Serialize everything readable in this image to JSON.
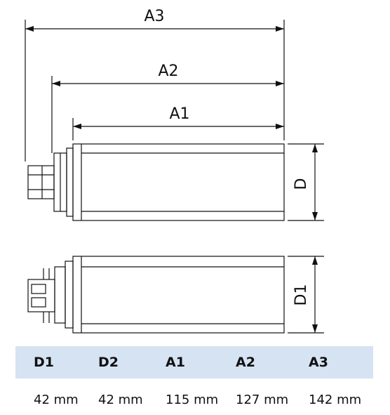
{
  "drawing": {
    "labels": {
      "a3": "A3",
      "a2": "A2",
      "a1": "A1",
      "d": "D",
      "d1": "D1"
    }
  },
  "table": {
    "headers": [
      "D1",
      "D2",
      "A1",
      "A2",
      "A3"
    ],
    "values": [
      "42 mm",
      "42 mm",
      "115 mm",
      "127 mm",
      "142 mm"
    ]
  },
  "colors": {
    "header_bg": "#d5e3f2",
    "line": "#111111"
  }
}
